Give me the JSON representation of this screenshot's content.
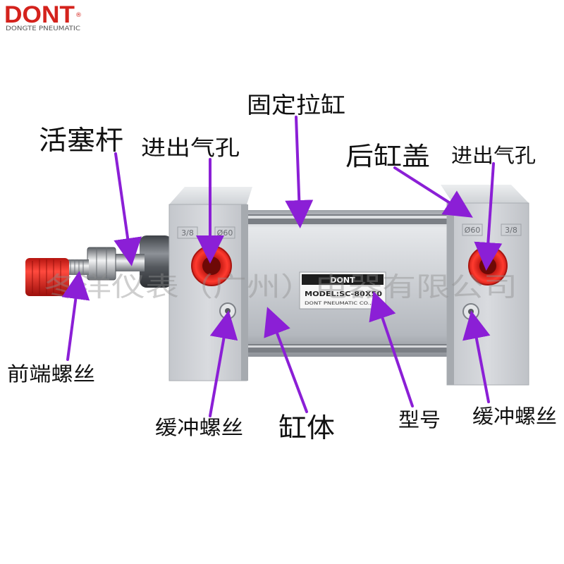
{
  "logo": {
    "brand": "DONT",
    "registered": "®",
    "subtitle": "DONGTE PNEUMATIC"
  },
  "watermark": "冬洋仪表（广州）电器有限公司",
  "labels": {
    "tie_rod": "固定拉缸",
    "piston_rod": "活塞杆",
    "air_port_left": "进出气孔",
    "rear_cap": "后缸盖",
    "air_port_right": "进出气孔",
    "front_screw": "前端螺丝",
    "cushion_screw_left": "缓冲螺丝",
    "barrel": "缸体",
    "model": "型号",
    "cushion_screw_right": "缓冲螺丝"
  },
  "cylinder": {
    "left_cap_marks": [
      "3/8",
      "Ø60"
    ],
    "right_cap_marks": [
      "Ø60",
      "3/8"
    ],
    "nameplate": {
      "brand": "DONT",
      "model": "MODEL:SC-80X50",
      "maker": "DONT PNEUMATIC CO.,LTD"
    }
  },
  "colors": {
    "arrow": "#8b1fd6",
    "port": "#e3231c",
    "logo": "#d4221c",
    "body": "#c9ccd1"
  }
}
